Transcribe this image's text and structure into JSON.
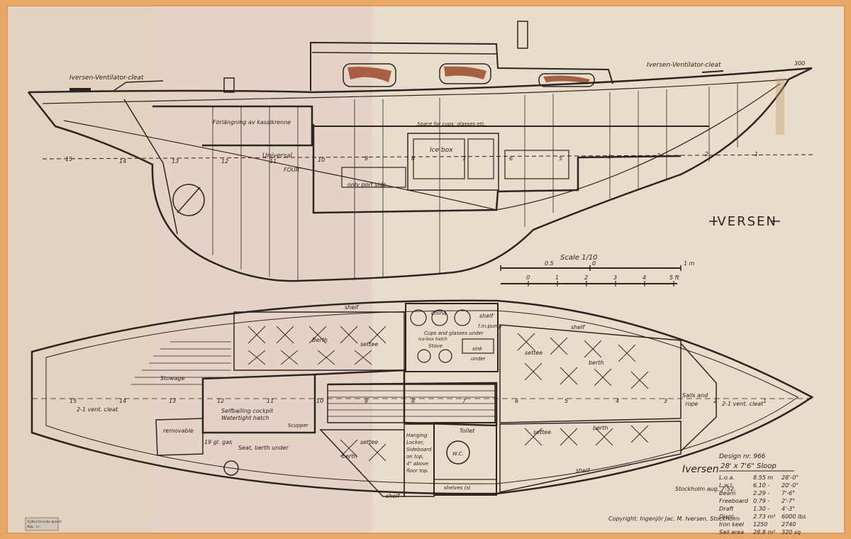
{
  "logo": {
    "text": "IVERSEN"
  },
  "profile": {
    "labels": {
      "cleat_left": "Iversen-Ventilator-cleat",
      "cleat_right": "Iversen-Ventilator-cleat",
      "extension": "Förlängning av kassikrenne",
      "space": "Space for cups, glasses etc.",
      "ice_box": "Ice box",
      "universal": "Universal",
      "universal_sub": "FOUR",
      "only_port": "only port side",
      "bow_num": "300"
    },
    "stations": [
      "15",
      "14",
      "13",
      "12",
      "11",
      "10",
      "9",
      "8",
      "7",
      "6",
      "5",
      "4",
      "3",
      "2",
      "1"
    ]
  },
  "scale": {
    "title": "Scale 1/10",
    "top_ticks": [
      "0.5",
      "0",
      "1 m"
    ],
    "bottom_ticks": [
      "0",
      "1",
      "2",
      "3",
      "4",
      "5 ft"
    ]
  },
  "plan": {
    "labels": {
      "shelf_1": "shelf",
      "shelf_2": "shelf",
      "shelf_3": "shelf",
      "shelf_4": "shelf",
      "shelf_5": "shelf",
      "china": "china",
      "pump": "f.m.pump",
      "cups": "Cups and glasses under",
      "icebox_hatch": "Ice-box hatch",
      "stove": "Stove",
      "sink": "sink",
      "under": "under",
      "berth": "Berth",
      "settee_1": "settee",
      "settee_2": "settee",
      "settee_3": "settee",
      "settee_4": "settee",
      "berth_2": "berth",
      "berth_3": "berth",
      "berth_4": "berth",
      "stowage": "Stowage",
      "vent_cleat_l": "2-1 vent. cleat",
      "vent_cleat_r": "2-1 vent. cleat",
      "sails": "Sails and",
      "rope": "rope",
      "cockpit": "Selfbailing cockpit",
      "hatch": "Watertight hatch",
      "removable": "removable",
      "gas": "19 gl. gas",
      "scupper": "Scupper",
      "seat_berth": "Seat, berth under",
      "hanging_1": "Hanging",
      "hanging_2": "Locker,",
      "hanging_3": "Sideboard",
      "hanging_4": "on top,",
      "hanging_5": "4\" above",
      "hanging_6": "floor top.",
      "toilet": "Toilet",
      "wc": "W.C.",
      "shelves": "shelves (s)"
    },
    "stations": [
      "15",
      "14",
      "13",
      "12",
      "11",
      "10",
      "9",
      "8",
      "7",
      "6",
      "5",
      "4",
      "3",
      "2",
      "1"
    ]
  },
  "spec": {
    "design_no": "Design nr. 966",
    "title": "28' x 7'6\" Sloop",
    "rows": [
      {
        "label": "L.o.a.",
        "metric": "8.55 m",
        "imperial": "28'-0\""
      },
      {
        "label": "L.w.l.",
        "metric": "6.10 -",
        "imperial": "20'-0\""
      },
      {
        "label": "Beam",
        "metric": "2.29 -",
        "imperial": "7'-6\""
      },
      {
        "label": "Freeboard",
        "metric": "0.79 -",
        "imperial": "2'-7\""
      },
      {
        "label": "Draft",
        "metric": "1.30 -",
        "imperial": "4'-3\""
      },
      {
        "label": "Displ.",
        "metric": "2.73 m³",
        "imperial": "6000 lbs"
      },
      {
        "label": "Iron keel",
        "metric": "1250",
        "imperial": "2740"
      },
      {
        "label": "Sail area",
        "metric": "28.8 m²",
        "imperial": "320 sq"
      }
    ]
  },
  "signature": {
    "name": "Iversen",
    "place_date": "Stockholm aug. 7-52."
  },
  "copyright": "Copyright: Ingenjör Jac. M. Iversen, Stockholm",
  "stamp": {
    "line1": "Sjöhistoriska museet",
    "line2": "Reg. nr."
  },
  "colors": {
    "paper": "#e8dccb",
    "paper_left": "#e3d2c0",
    "paper_pink": "#e5cdc6",
    "border": "#e9a866",
    "ink": "#2b2522",
    "rust": "#9c4a2a"
  }
}
